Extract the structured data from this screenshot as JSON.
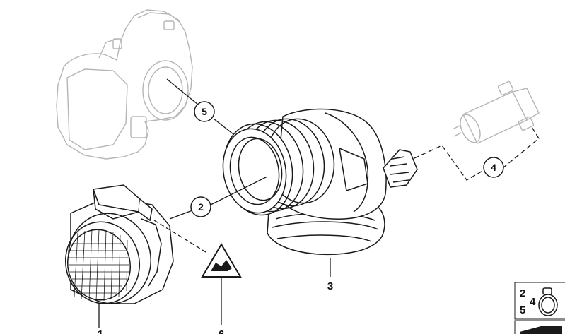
{
  "diagram": {
    "callouts": [
      {
        "id": "1",
        "label": "1",
        "circled": false
      },
      {
        "id": "2",
        "label": "2",
        "circled": true
      },
      {
        "id": "3",
        "label": "3",
        "circled": false
      },
      {
        "id": "4",
        "label": "4",
        "circled": true
      },
      {
        "id": "5",
        "label": "5",
        "circled": true
      },
      {
        "id": "6",
        "label": "6",
        "circled": false
      }
    ],
    "legend": {
      "numbers": [
        "2",
        "4",
        "5"
      ]
    },
    "colors": {
      "line": "#1a1a1a",
      "ghost": "#b5b5b5",
      "fill": "#ffffff"
    }
  }
}
